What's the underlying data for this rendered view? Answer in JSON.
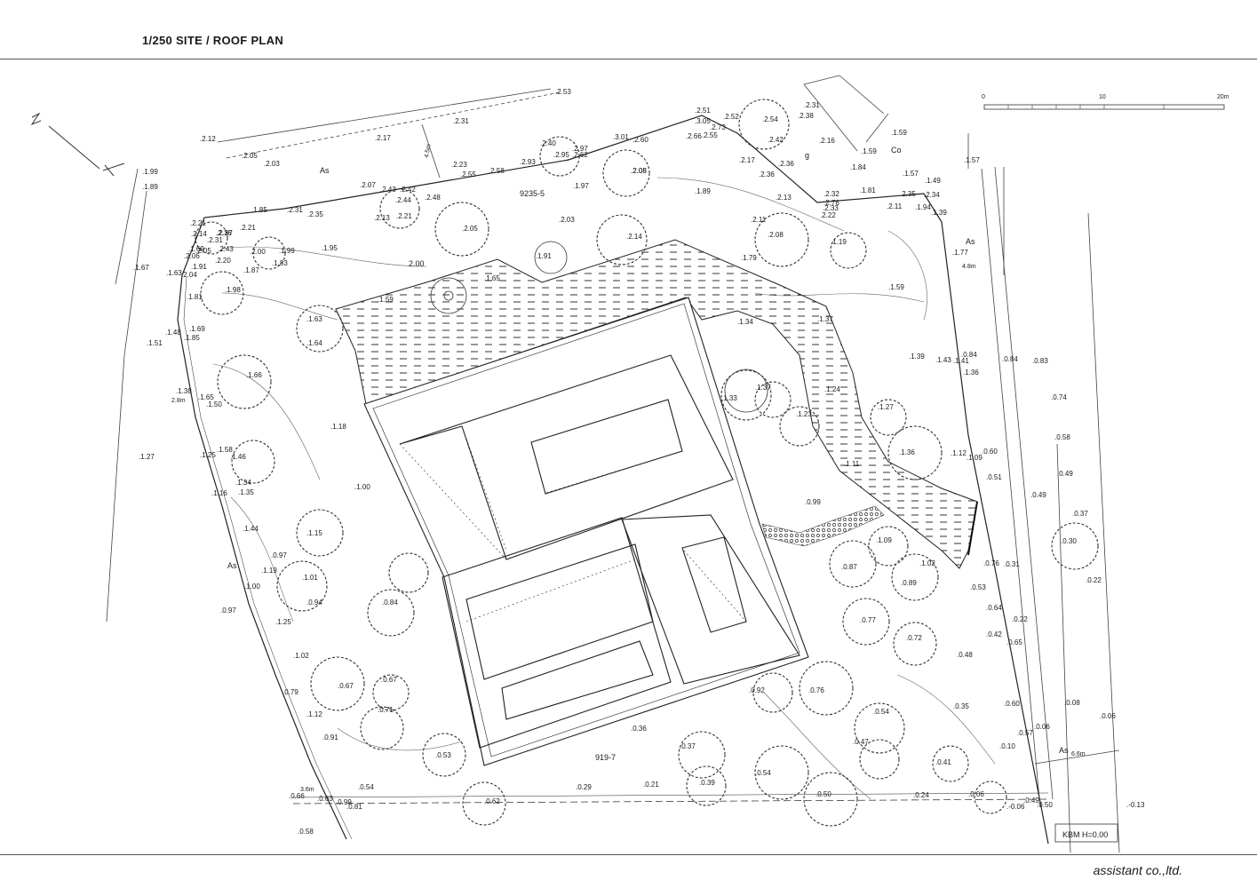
{
  "header": {
    "title": "1/250 SITE / ROOF PLAN"
  },
  "footer": {
    "company": "assistant co.,ltd."
  },
  "scale_bar": {
    "labels": [
      "0",
      "10",
      "20m"
    ]
  },
  "benchmark": "KBM H=0.00",
  "zone_labels": [
    "As",
    "As",
    "As",
    "As",
    "Co",
    "g"
  ],
  "lot_numbers": [
    "9235-5",
    "919-7"
  ],
  "dimensions": [
    "4.5m",
    "4.8m",
    "2.8m",
    "3.6m",
    "6.6m"
  ],
  "contour_label": "2.00",
  "spot_levels": [
    "2.53",
    "2.31",
    "2.12",
    "2.17",
    "2.05",
    "2.03",
    "2.51",
    "3.05",
    "2.52",
    "2.54",
    "2.38",
    "2.31",
    "1.99",
    "1.89",
    "2.73",
    "2.66",
    "2.55",
    "2.42",
    "2.16",
    "3.01",
    "2.60",
    "2.40",
    "2.97",
    "2.95",
    "2.62",
    "2.93",
    "2.08",
    "2.17",
    "2.36",
    "1.84",
    "1.59",
    "1.59",
    "2.23",
    "2.55",
    "2.58",
    "2.05",
    "2.36",
    "1.57",
    "1.97",
    "1.89",
    "2.13",
    "2.32",
    "1.81",
    "2.35",
    "2.34",
    "1.57",
    "1.49",
    "2.07",
    "2.43",
    "2.42",
    "2.44",
    "2.48",
    "2.76",
    "2.33",
    "2.22",
    "2.11",
    "1.94",
    "1.39",
    "1.85",
    "2.31",
    "2.35",
    "2.13",
    "2.21",
    "2.03",
    "2.11",
    "2.08",
    "1.19",
    "1.77",
    "2.21",
    "2.16",
    "2.14",
    "2.31",
    "2.21",
    "2.37",
    "2.05",
    "2.14",
    "1.69",
    "2.05",
    "2.43",
    "2.00",
    "1.99",
    "1.95",
    "1.63",
    "2.06",
    "2.20",
    "1.91",
    "1.87",
    "1.83",
    "1.91",
    "1.79",
    "1.67",
    "2.04",
    "1.65",
    "1.98",
    "1.59",
    "1.81",
    "1.59",
    "1.63",
    "1.37",
    "1.34",
    "1.48",
    "1.69",
    "1.64",
    "1.85",
    "1.51",
    "1.39",
    "1.43",
    "1.41",
    "0.84",
    "0.84",
    "0.83",
    "1.38",
    "1.66",
    "1.36",
    "1.37",
    "1.24",
    "1.65",
    "1.50",
    "1.33",
    "1.23",
    "0.74",
    "1.27",
    "1.18",
    "0.58",
    "1.25",
    "1.58",
    "1.46",
    "1.36",
    "1.12",
    "1.09",
    "0.60",
    "1.27",
    "1.11",
    "0.51",
    "1.34",
    "0.49",
    "1.16",
    "1.35",
    "1.00",
    "0.49",
    "0.99",
    "0.37",
    "1.44",
    "1.15",
    "1.09",
    "0.30",
    "0.97",
    "0.87",
    "1.02",
    "0.76",
    "0.31",
    "1.19",
    "1.01",
    "0.89",
    "0.22",
    "1.00",
    "0.53",
    "0.94",
    "0.84",
    "0.64",
    "0.97",
    "0.77",
    "0.22",
    "1.25",
    "0.72",
    "0.42",
    "0.65",
    "1.02",
    "0.48",
    "0.67",
    "0.92",
    "0.67",
    "0.76",
    "0.79",
    "0.71",
    "0.54",
    "0.35",
    "0.60",
    "0.08",
    "1.12",
    "0.36",
    "0.47",
    "0.57",
    "0.06",
    "0.06",
    "0.91",
    "0.37",
    "0.10",
    "0.53",
    "0.41",
    "0.54",
    "0.39",
    "0.29",
    "0.21",
    "0.54",
    "0.66",
    "0.63",
    "0.99",
    "0.81",
    "0.62",
    "0.50",
    "0.24",
    "0.06",
    "0.49",
    "0.50",
    "-0.06",
    "-0.13",
    "0.58"
  ]
}
